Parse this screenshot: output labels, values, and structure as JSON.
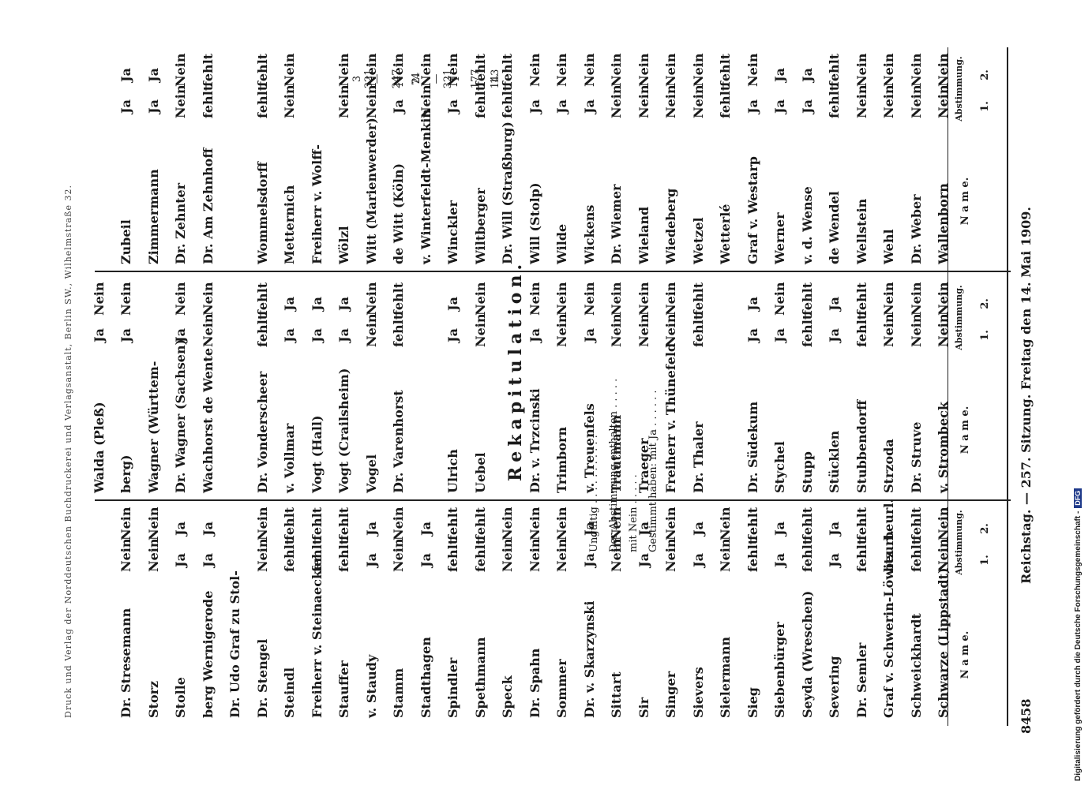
{
  "header": {
    "page_number": "8458",
    "title": "Reichstag. — 257. Sitzung. Freitag den 14. Mai 1909."
  },
  "table_headers": {
    "name": "N a m e.",
    "vote1": "1.",
    "vote2": "2.",
    "abstimmung": "Abstimmung."
  },
  "columns": [
    {
      "rows": [
        {
          "name": "Schwarze (Lippstadt)",
          "v1": "Nein",
          "v2": "Nein"
        },
        {
          "name": "Schweickhardt",
          "v1": "fehlt",
          "v2": "fehlt"
        },
        {
          "name": "Graf v. Schwerin-Löwitz",
          "v1": "beurl.",
          "v2": "beurl."
        },
        {
          "name": "Dr. Semler",
          "v1": "fehlt",
          "v2": "fehlt"
        },
        {
          "name": "Severing",
          "v1": "Ja",
          "v2": "Ja"
        },
        {
          "name": "Seyda (Wreschen)",
          "v1": "fehlt",
          "v2": "fehlt"
        },
        {
          "name": "Siebenbürger",
          "v1": "Ja",
          "v2": "Ja"
        },
        {
          "name": "Sieg",
          "v1": "fehlt",
          "v2": "fehlt"
        },
        {
          "name": "Sielermann",
          "v1": "Nein",
          "v2": "Nein"
        },
        {
          "name": "Sievers",
          "v1": "Ja",
          "v2": "Ja"
        },
        {
          "name": "Singer",
          "v1": "Nein",
          "v2": "Nein"
        },
        {
          "name": "Sir",
          "v1": "Ja",
          "v2": "Ja"
        },
        {
          "name": "Sittart",
          "v1": "Nein",
          "v2": "Nein"
        },
        {
          "name": "Dr. v. Skarzynski",
          "v1": "Ja",
          "v2": "Ja"
        },
        {
          "name": "Sommer",
          "v1": "Nein",
          "v2": "Nein"
        },
        {
          "name": "Dr. Spahn",
          "v1": "Nein",
          "v2": "Nein"
        },
        {
          "name": "Speck",
          "v1": "Nein",
          "v2": "Nein"
        },
        {
          "name": "Spethmann",
          "v1": "fehlt",
          "v2": "fehlt"
        },
        {
          "name": "Spindler",
          "v1": "fehlt",
          "v2": "fehlt"
        },
        {
          "name": "Stadthagen",
          "v1": "Ja",
          "v2": "Ja"
        },
        {
          "name": "Stamm",
          "v1": "Nein",
          "v2": "Nein"
        },
        {
          "name": "v. Staudy",
          "v1": "Ja",
          "v2": "Ja"
        },
        {
          "name": "Stauffer",
          "v1": "fehlt",
          "v2": "fehlt"
        },
        {
          "name": "Freiherr v. Steinaecker",
          "v1": "fehlt",
          "v2": "fehlt"
        },
        {
          "name": "Steindl",
          "v1": "fehlt",
          "v2": "fehlt"
        },
        {
          "name": "Dr. Stengel",
          "v1": "Nein",
          "v2": "Nein"
        },
        {
          "name": "Dr. Udo Graf zu Stol-",
          "v1": "",
          "v2": ""
        },
        {
          "name": "  berg Wernigerode",
          "v1": "Ja",
          "v2": "Ja"
        },
        {
          "name": "Stolle",
          "v1": "Ja",
          "v2": "Ja"
        },
        {
          "name": "Storz",
          "v1": "Nein",
          "v2": "Nein"
        },
        {
          "name": "Dr. Stresemann",
          "v1": "Nein",
          "v2": "Nein"
        }
      ]
    },
    {
      "rows": [
        {
          "name": "v. Strombeck",
          "v1": "Nein",
          "v2": "Nein"
        },
        {
          "name": "Dr. Struve",
          "v1": "Nein",
          "v2": "Nein"
        },
        {
          "name": "Strzoda",
          "v1": "Nein",
          "v2": "Nein"
        },
        {
          "name": "Stubbendorff",
          "v1": "fehlt",
          "v2": "fehlt"
        },
        {
          "name": "Stücklen",
          "v1": "Ja",
          "v2": "Ja"
        },
        {
          "name": "Stupp",
          "v1": "fehlt",
          "v2": "fehlt"
        },
        {
          "name": "Stychel",
          "v1": "Ja",
          "v2": "Nein"
        },
        {
          "name": "Dr. Südekum",
          "v1": "Ja",
          "v2": "Ja"
        },
        {
          "name": "",
          "v1": "",
          "v2": ""
        },
        {
          "name": "Dr. Thaler",
          "v1": "fehlt",
          "v2": "fehlt"
        },
        {
          "name": "Freiherr v. Thünefeld",
          "v1": "Nein",
          "v2": "Nein"
        },
        {
          "name": "Traeger",
          "v1": "Nein",
          "v2": "Nein"
        },
        {
          "name": "Trautmann",
          "v1": "Nein",
          "v2": "Nein"
        },
        {
          "name": "v. Treuenfels",
          "v1": "Ja",
          "v2": "Nein"
        },
        {
          "name": "Trimborn",
          "v1": "Nein",
          "v2": "Nein"
        },
        {
          "name": "Dr. v. Trzcinski",
          "v1": "Ja",
          "v2": "Nein"
        },
        {
          "name": "",
          "v1": "",
          "v2": ""
        },
        {
          "name": "Uebel",
          "v1": "Nein",
          "v2": "Nein"
        },
        {
          "name": "Ulrich",
          "v1": "Ja",
          "v2": "Ja"
        },
        {
          "name": "",
          "v1": "",
          "v2": ""
        },
        {
          "name": "Dr. Varenhorst",
          "v1": "fehlt",
          "v2": "fehlt"
        },
        {
          "name": "Vogel",
          "v1": "Nein",
          "v2": "Nein"
        },
        {
          "name": "Vogt (Crailsheim)",
          "v1": "Ja",
          "v2": "Ja"
        },
        {
          "name": "Vogt (Hall)",
          "v1": "Ja",
          "v2": "Ja"
        },
        {
          "name": "v. Vollmar",
          "v1": "Ja",
          "v2": "Ja"
        },
        {
          "name": "Dr. Vonderscheer",
          "v1": "fehlt",
          "v2": "fehlt"
        },
        {
          "name": "",
          "v1": "",
          "v2": ""
        },
        {
          "name": "Wachhorst de Wente",
          "v1": "Nein",
          "v2": "Nein"
        },
        {
          "name": "Dr. Wagner (Sachsen)",
          "v1": "Ja",
          "v2": "Nein"
        },
        {
          "name": "Wagner (Württem-",
          "v1": "",
          "v2": ""
        },
        {
          "name": "  berg)",
          "v1": "Ja",
          "v2": "Nein"
        },
        {
          "name": "Walda (Pleß)",
          "v1": "Ja",
          "v2": "Nein"
        }
      ]
    },
    {
      "rows": [
        {
          "name": "Wallenborn",
          "v1": "Nein",
          "v2": "Nein"
        },
        {
          "name": "Dr. Weber",
          "v1": "Nein",
          "v2": "Nein"
        },
        {
          "name": "Wehl",
          "v1": "Nein",
          "v2": "Nein"
        },
        {
          "name": "Wellstein",
          "v1": "Nein",
          "v2": "Nein"
        },
        {
          "name": "de Wendel",
          "v1": "fehlt",
          "v2": "fehlt"
        },
        {
          "name": "v. d. Wense",
          "v1": "Ja",
          "v2": "Ja"
        },
        {
          "name": "Werner",
          "v1": "Ja",
          "v2": "Ja"
        },
        {
          "name": "Graf v. Westarp",
          "v1": "Ja",
          "v2": "Nein"
        },
        {
          "name": "Wetterlé",
          "v1": "fehlt",
          "v2": "fehlt"
        },
        {
          "name": "Wetzel",
          "v1": "Nein",
          "v2": "Nein"
        },
        {
          "name": "Wiedeberg",
          "v1": "Nein",
          "v2": "Nein"
        },
        {
          "name": "Wieland",
          "v1": "Nein",
          "v2": "Nein"
        },
        {
          "name": "Dr. Wiemer",
          "v1": "Nein",
          "v2": "Nein"
        },
        {
          "name": "Wickens",
          "v1": "Ja",
          "v2": "Nein"
        },
        {
          "name": "Wilde",
          "v1": "Ja",
          "v2": "Nein"
        },
        {
          "name": "Will (Stolp)",
          "v1": "Ja",
          "v2": "Nein"
        },
        {
          "name": "Dr. Will (Straßburg)",
          "v1": "fehlt",
          "v2": "fehlt"
        },
        {
          "name": "Wiltberger",
          "v1": "fehlt",
          "v2": "fehlt"
        },
        {
          "name": "Winckler",
          "v1": "Ja",
          "v2": "Nein"
        },
        {
          "name": "v. Winterfeldt-Menkin",
          "v1": "Nein",
          "v2": "Nein"
        },
        {
          "name": "de Witt (Köln)",
          "v1": "Ja",
          "v2": "Nein"
        },
        {
          "name": "Witt (Marienwerder)",
          "v1": "Nein",
          "v2": "Nein"
        },
        {
          "name": "Wölzl",
          "v1": "Nein",
          "v2": "Nein"
        },
        {
          "name": "Freiherr v. Wolff-",
          "v1": "",
          "v2": ""
        },
        {
          "name": "  Metternich",
          "v1": "Nein",
          "v2": "Nein"
        },
        {
          "name": "Wommelsdorff",
          "v1": "fehlt",
          "v2": "fehlt"
        },
        {
          "name": "",
          "v1": "",
          "v2": ""
        },
        {
          "name": "Dr. Am Zehnhoff",
          "v1": "fehlt",
          "v2": "fehlt"
        },
        {
          "name": "Dr. Zehnter",
          "v1": "Nein",
          "v2": "Nein"
        },
        {
          "name": "Zimmermann",
          "v1": "Ja",
          "v2": "Ja"
        },
        {
          "name": "Zubeil",
          "v1": "Ja",
          "v2": "Ja"
        }
      ]
    }
  ],
  "recap": {
    "title": "Rekapitulation.",
    "col1": "1.",
    "col2": "2.",
    "abst": "Abstimmung.",
    "rows": [
      {
        "label": "Gestimmt haben: mit Ja . . . . . .",
        "v1": "143",
        "v2": "74"
      },
      {
        "label": "mit Nein . . . . .",
        "v1": "177",
        "v2": "247"
      },
      {
        "label": "Der Abstimmung enthalten . . . . .",
        "v1": "1",
        "v2": "—"
      },
      {
        "label": "Ungültig . . . . . . . . . . .",
        "v1": "—",
        "v2": "3"
      }
    ],
    "total1": "321",
    "total2": "321"
  },
  "footer": "Druck und Verlag der Norddeutschen Buchdruckerei und Verlagsanstalt, Berlin SW., Wilhelmstraße 32.",
  "dfg": "Digitalisierung gefördert durch die Deutsche Forschungsgemeinschaft -",
  "dfg_logo": "DFG"
}
